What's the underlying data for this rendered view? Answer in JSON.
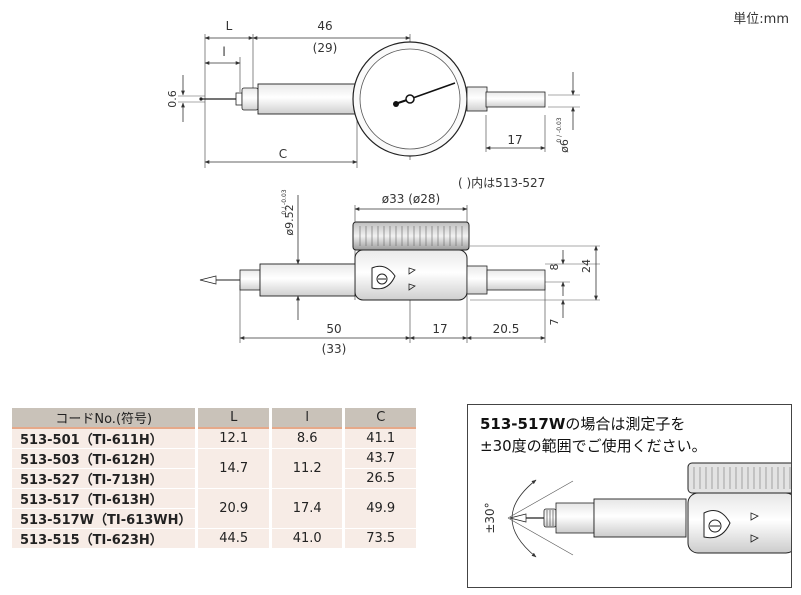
{
  "unit_label": "単位:mm",
  "drawing": {
    "top_view": {
      "dim_L": "L",
      "dim_l": "l",
      "dim_46": "46",
      "dim_29": "(29)",
      "dim_06": "0.6",
      "dim_C": "C",
      "dim_17": "17",
      "dim_phi6": "ø6",
      "tol_phi6": "0 / -0.03"
    },
    "note_paren": "( )内は513-527",
    "side_view": {
      "dim_phi33": "ø33 (ø28)",
      "dim_phi952": "ø9.52",
      "tol_phi952": "0 / -0.03",
      "dim_8": "8",
      "dim_24": "24",
      "dim_7": "7",
      "dim_50": "50",
      "dim_33": "(33)",
      "dim_17b": "17",
      "dim_205": "20.5"
    }
  },
  "table": {
    "headers": [
      "コードNo.(符号)",
      "L",
      "l",
      "C"
    ],
    "rows": [
      {
        "code": "513-501（TI-611H）",
        "L": "12.1",
        "l": "8.6",
        "C": "41.1"
      },
      {
        "code": "513-503（TI-612H）",
        "L": "14.7",
        "l": "11.2",
        "C": "43.7"
      },
      {
        "code": "513-527（TI-713H）",
        "L": "",
        "l": "",
        "C": "26.5"
      },
      {
        "code": "513-517（TI-613H）",
        "L": "20.9",
        "l": "17.4",
        "C": "49.9"
      },
      {
        "code": "513-517W（TI-613WH）",
        "L": "",
        "l": "",
        "C": ""
      },
      {
        "code": "513-515（TI-623H）",
        "L": "44.5",
        "l": "41.0",
        "C": "73.5"
      }
    ]
  },
  "note": {
    "line1_bold": "513-517W",
    "line1_rest": "の場合は測定子を",
    "line2": "±30度の範囲でご使用ください。",
    "angle_label": "±30°"
  }
}
